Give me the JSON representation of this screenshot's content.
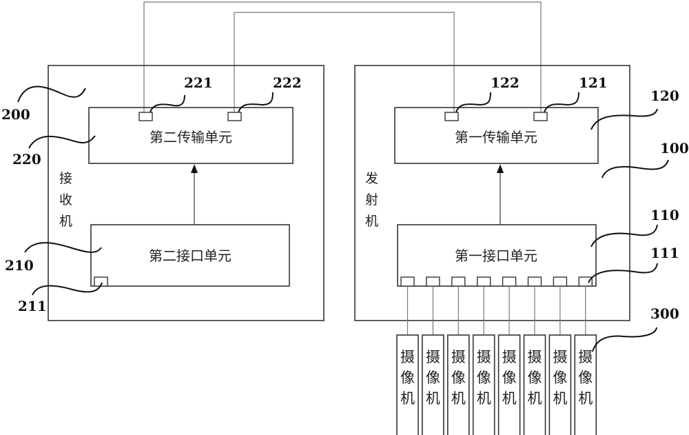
{
  "receiver": {
    "ref": "200",
    "label_chars": [
      "接",
      "收",
      "机"
    ],
    "transmission_unit": {
      "ref": "220",
      "label": "第二传输单元",
      "ports": [
        {
          "ref": "221"
        },
        {
          "ref": "222"
        }
      ]
    },
    "interface_unit": {
      "ref": "210",
      "label": "第二接口单元",
      "port": {
        "ref": "211"
      }
    }
  },
  "transmitter": {
    "ref": "100",
    "label_chars": [
      "发",
      "射",
      "机"
    ],
    "transmission_unit": {
      "ref": "120",
      "label": "第一传输单元",
      "ports": [
        {
          "ref": "122"
        },
        {
          "ref": "121"
        }
      ]
    },
    "interface_unit": {
      "ref": "110",
      "label": "第一接口单元",
      "port_ref": "111",
      "port_count": 8
    }
  },
  "cameras": {
    "ref": "300",
    "count": 8,
    "label_chars": [
      "摄",
      "像",
      "机"
    ]
  }
}
